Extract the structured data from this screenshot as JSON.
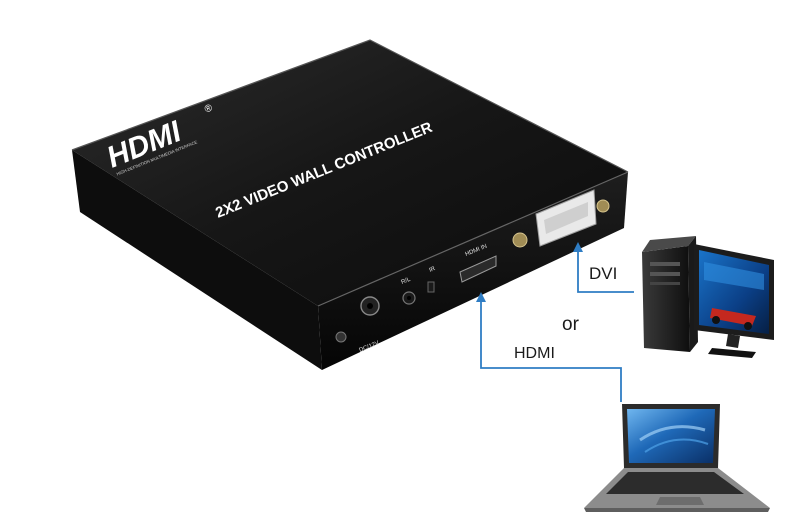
{
  "device": {
    "logo": "HDMI",
    "logo_reg": "®",
    "logo_tagline": "HIGH-DEFINITION MULTIMEDIA INTERFACE",
    "title": "2X2 VIDEO WALL CONTROLLER",
    "ports": {
      "dc": "DC/12V",
      "rl": "R/L",
      "ir": "IR",
      "hdmi_in": "HDMI IN"
    }
  },
  "connections": {
    "dvi_label": "DVI",
    "or_label": "or",
    "hdmi_label": "HDMI",
    "line_color": "#2f7dc4"
  },
  "sources": {
    "desktop_pc": "desktop-computer-icon",
    "laptop": "laptop-icon"
  }
}
